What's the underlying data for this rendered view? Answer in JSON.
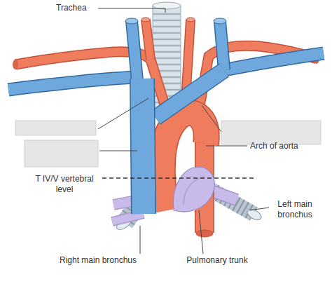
{
  "diagram": {
    "labels": [
      "Trachea",
      "Arch of aorta",
      "T IV/V vertebral level",
      "Left main bronchus",
      "Right main bronchus",
      "Pulmonary trunk"
    ]
  }
}
